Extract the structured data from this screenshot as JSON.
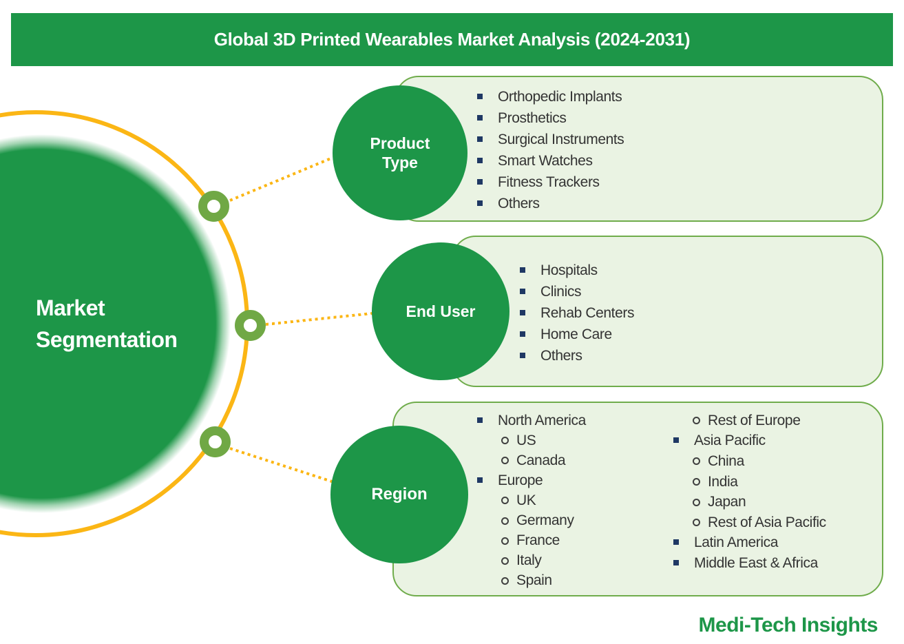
{
  "title": "Global 3D Printed Wearables Market Analysis (2024-2031)",
  "hub": {
    "line1": "Market",
    "line2": "Segmentation"
  },
  "branches": {
    "product_type": {
      "label_line1": "Product",
      "label_line2": "Type",
      "items": [
        "Orthopedic Implants",
        "Prosthetics",
        "Surgical Instruments",
        "Smart Watches",
        "Fitness Trackers",
        "Others"
      ]
    },
    "end_user": {
      "label": "End User",
      "items": [
        "Hospitals",
        "Clinics",
        "Rehab Centers",
        "Home Care",
        "Others"
      ]
    },
    "region": {
      "label": "Region",
      "col1": [
        {
          "text": "North America",
          "bullet": "square"
        },
        {
          "text": "US",
          "bullet": "circle"
        },
        {
          "text": "Canada",
          "bullet": "circle"
        },
        {
          "text": "Europe",
          "bullet": "square"
        },
        {
          "text": "UK",
          "bullet": "circle"
        },
        {
          "text": "Germany",
          "bullet": "circle"
        },
        {
          "text": "France",
          "bullet": "circle"
        },
        {
          "text": "Italy",
          "bullet": "circle"
        },
        {
          "text": "Spain",
          "bullet": "circle"
        }
      ],
      "col2": [
        {
          "text": "Rest of Europe",
          "bullet": "circle"
        },
        {
          "text": "Asia Pacific",
          "bullet": "square"
        },
        {
          "text": "China",
          "bullet": "circle"
        },
        {
          "text": "India",
          "bullet": "circle"
        },
        {
          "text": "Japan",
          "bullet": "circle"
        },
        {
          "text": "Rest of Asia Pacific",
          "bullet": "circle"
        },
        {
          "text": "Latin America",
          "bullet": "square"
        },
        {
          "text": "Middle East & Africa",
          "bullet": "square"
        }
      ]
    }
  },
  "logo": "Medi-Tech Insights",
  "colors": {
    "primary_green": "#1d9648",
    "accent_yellow": "#fbb615",
    "node_green": "#70a845",
    "panel_fill": "#eaf3e3",
    "panel_border": "#6fac4b",
    "bullet_navy": "#1f3864",
    "text_dark": "#333333"
  }
}
